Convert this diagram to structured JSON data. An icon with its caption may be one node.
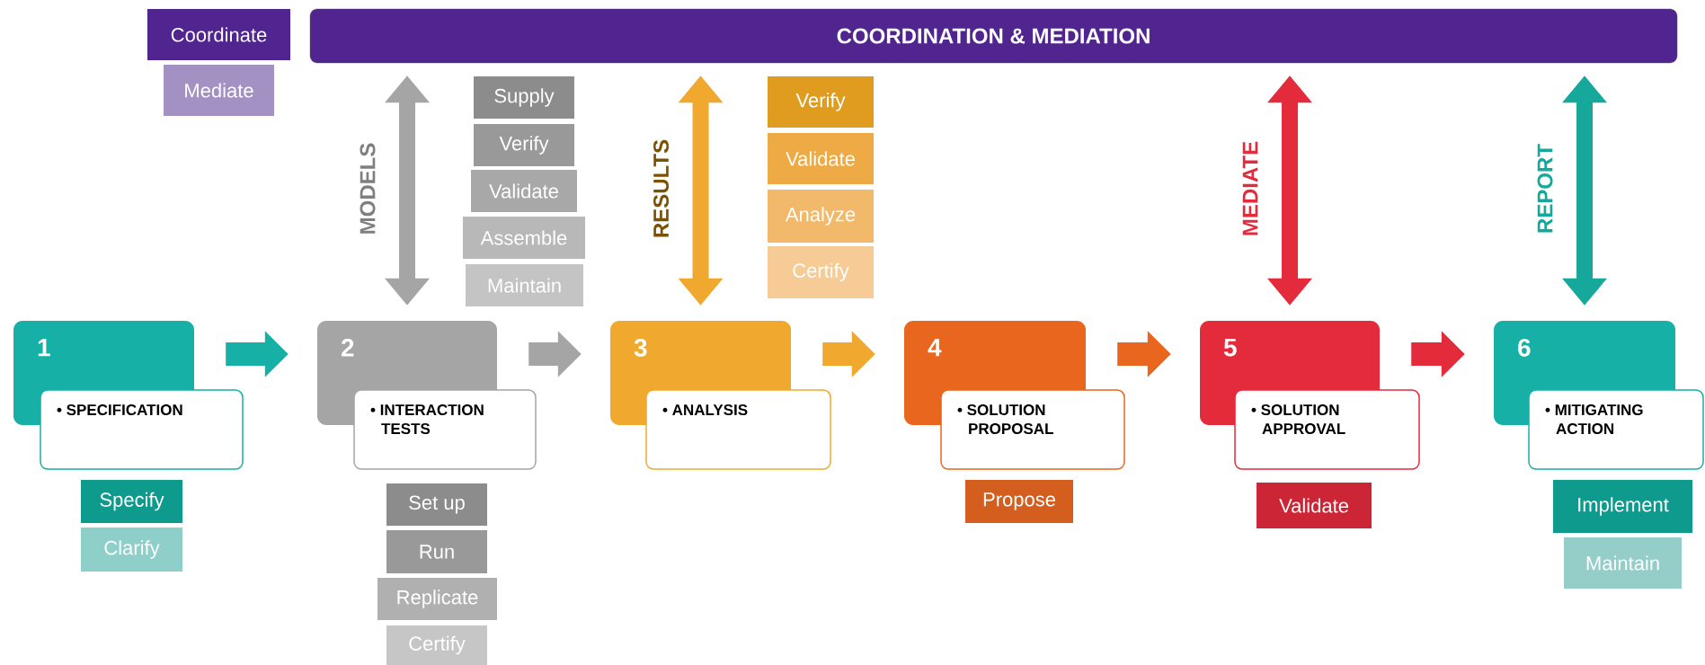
{
  "diagram": {
    "nodes": [
      {
        "text": [
          "COORDINATION & MEDIATION"
        ]
      },
      {
        "text": [
          "Coordinate"
        ]
      },
      {
        "text": [
          "Mediate"
        ]
      },
      {
        "text": [
          "Supply"
        ]
      },
      {
        "text": [
          "Verify"
        ]
      },
      {
        "text": [
          "Validate"
        ]
      },
      {
        "text": [
          "Assemble"
        ]
      },
      {
        "text": [
          "Maintain"
        ]
      },
      {
        "text": [
          "Verify"
        ]
      },
      {
        "text": [
          "Validate"
        ]
      },
      {
        "text": [
          "Analyze"
        ]
      },
      {
        "text": [
          "Certify"
        ]
      },
      {
        "text": [
          "1"
        ]
      },
      {
        "text": [
          "• SPECIFICATION"
        ]
      },
      {
        "text": [
          "Specify"
        ]
      },
      {
        "text": [
          "Clarify"
        ]
      },
      {
        "text": [
          "2"
        ]
      },
      {
        "text": [
          "• INTERACTION TESTS"
        ]
      },
      {
        "text": [
          "Set up"
        ]
      },
      {
        "text": [
          "Run"
        ]
      },
      {
        "text": [
          "Replicate"
        ]
      },
      {
        "text": [
          "Certify"
        ]
      },
      {
        "text": [
          "3"
        ]
      },
      {
        "text": [
          "• ANALYSIS"
        ]
      },
      {
        "text": [
          "4"
        ]
      },
      {
        "text": [
          "• SOLUTION PROPOSAL"
        ]
      },
      {
        "text": [
          "Propose"
        ]
      },
      {
        "text": [
          "5"
        ]
      },
      {
        "text": [
          "• SOLUTION APPROVAL"
        ]
      },
      {
        "text": [
          "Validate"
        ]
      },
      {
        "text": [
          "6"
        ]
      },
      {
        "text": [
          "• MITIGATING ACTION"
        ]
      },
      {
        "text": [
          "Implement"
        ]
      },
      {
        "text": [
          "Maintain"
        ]
      }
    ],
    "edges": [
      {
        "from": 12,
        "to": 16,
        "arrow": "to",
        "color": "#17b0a6"
      },
      {
        "from": 16,
        "to": 22,
        "arrow": "to",
        "color": "#a5a5a5"
      },
      {
        "from": 22,
        "to": 24,
        "arrow": "to",
        "color": "#f0a92e"
      },
      {
        "from": 24,
        "to": 27,
        "arrow": "to",
        "color": "#e8661e"
      },
      {
        "from": 27,
        "to": 30,
        "arrow": "to",
        "color": "#e32b3c"
      },
      {
        "from": 0,
        "to": 16,
        "arrow": "both",
        "label": "MODELS",
        "color": "#a5a5a5"
      },
      {
        "from": 0,
        "to": 22,
        "arrow": "both",
        "label": "RESULTS",
        "color": "#f0a92e"
      },
      {
        "from": 0,
        "to": 27,
        "arrow": "both",
        "label": "MEDIATE",
        "color": "#e32b3c"
      },
      {
        "from": 0,
        "to": 30,
        "arrow": "both",
        "label": "REPORT",
        "color": "#17a89c"
      }
    ]
  }
}
